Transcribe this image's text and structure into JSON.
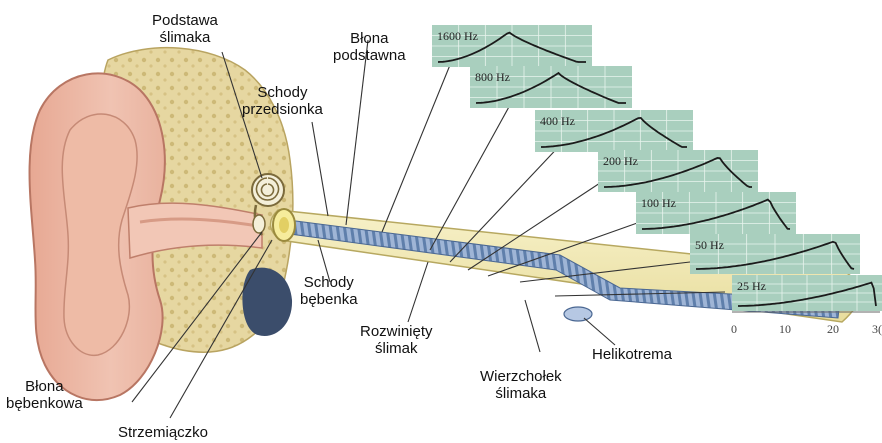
{
  "labels": {
    "podstawa_slimaka": [
      "Podstawa",
      "ślimaka"
    ],
    "blona_podstawna": [
      "Błona",
      "podstawna"
    ],
    "schody_przedsionka": [
      "Schody",
      "przedsionka"
    ],
    "schody_bebenka": [
      "Schody",
      "bębenka"
    ],
    "rozwiniety_slimak": [
      "Rozwinięty",
      "ślimak"
    ],
    "wierzcholek_slimaka": [
      "Wierzchołek",
      "ślimaka"
    ],
    "helikotrema": "Helikotrema",
    "blona_bebenkowa": [
      "Błona",
      "bębenkowa"
    ],
    "strzemiaczko": "Strzemiączko"
  },
  "response_panels": [
    {
      "freq": "1600 Hz"
    },
    {
      "freq": "800 Hz"
    },
    {
      "freq": "400 Hz"
    },
    {
      "freq": "200 Hz"
    },
    {
      "freq": "100 Hz"
    },
    {
      "freq": "50 Hz"
    },
    {
      "freq": "25 Hz"
    }
  ],
  "axis_ticks": [
    "0",
    "10",
    "20",
    "3("
  ],
  "colors": {
    "panel_fill": "#a9cfbe",
    "panel_grid": "#e9f4ee",
    "curve": "#1b1b1b",
    "tube_fill": "#f3ecb8",
    "tube_edge": "#b7a860",
    "membrane": "#8fa7c8",
    "skin": "#eab8a6",
    "bone": "#e3d39a"
  }
}
